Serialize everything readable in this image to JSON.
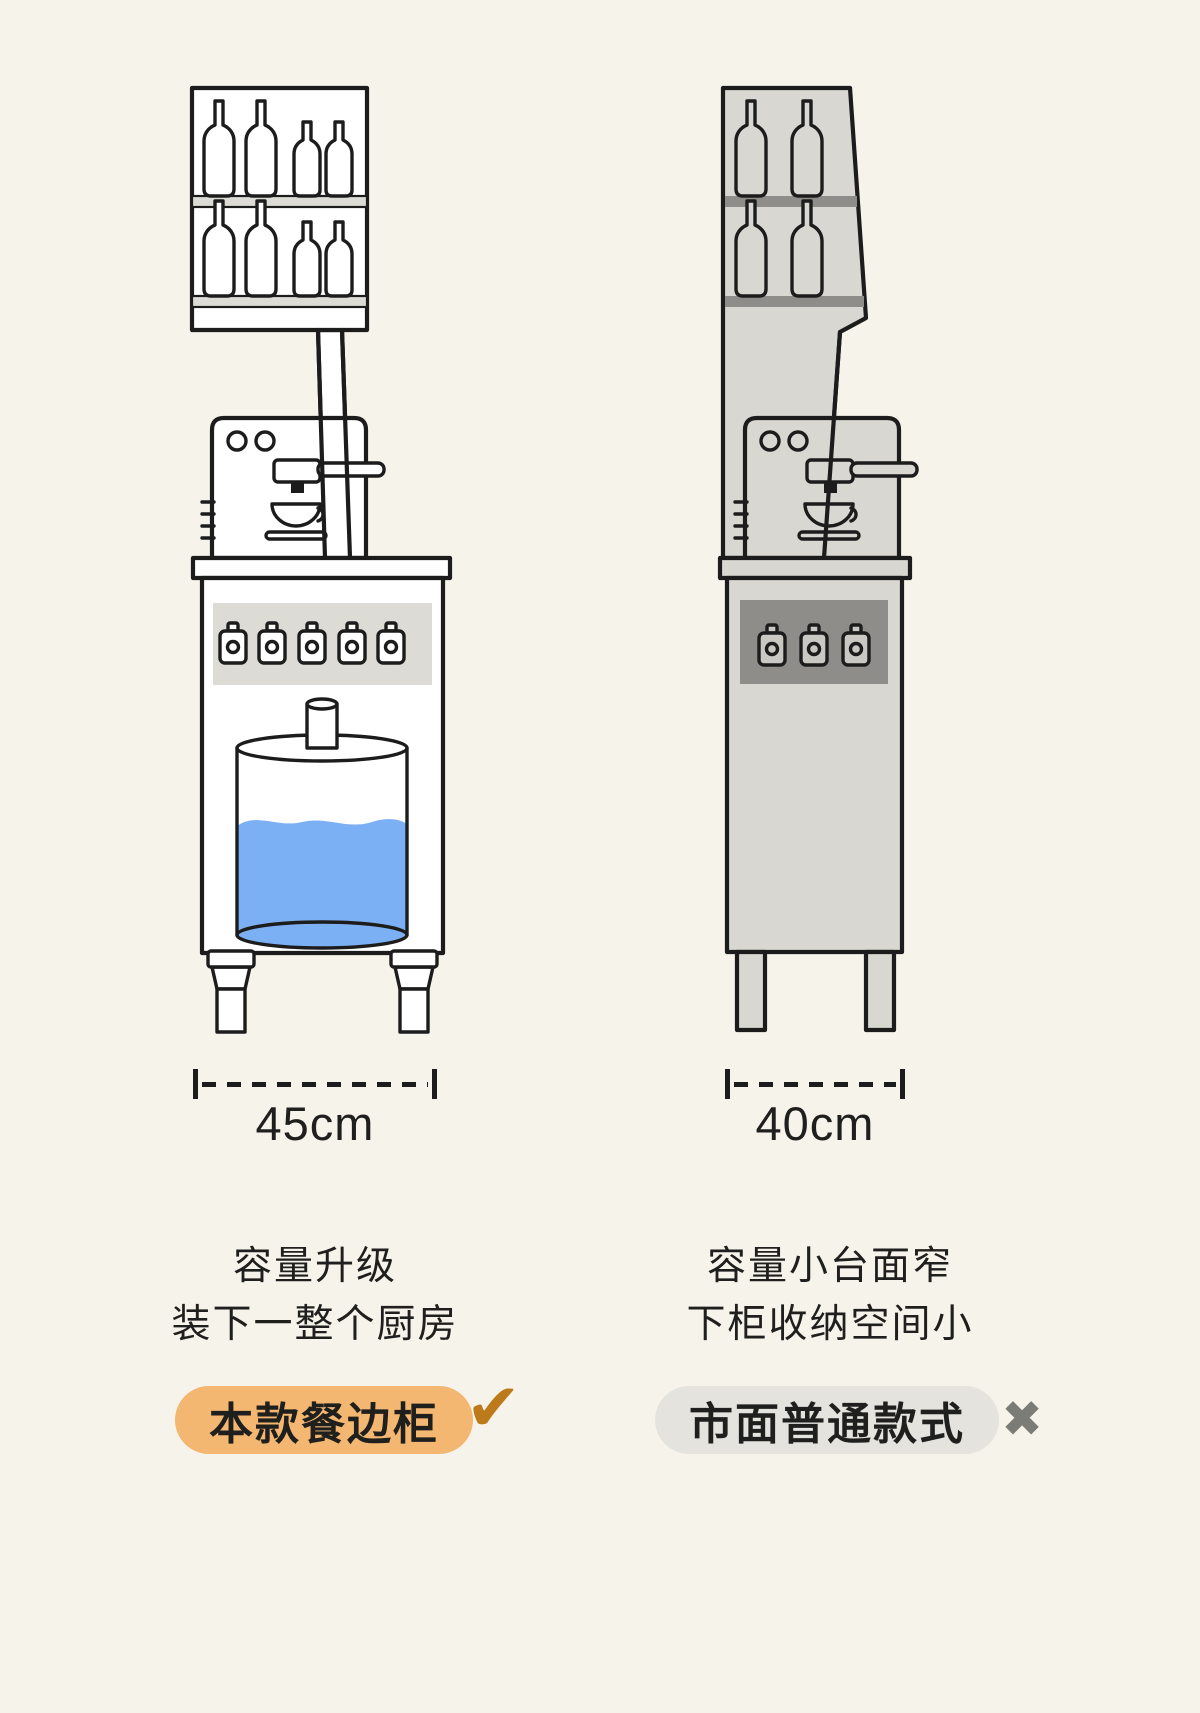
{
  "colors": {
    "background": "#f6f3ea",
    "line": "#1c1c1c",
    "fill_white": "#ffffff",
    "fill_gray": "#d8d7d2",
    "band_light": "#dcdbd6",
    "band_dark": "#8e8d89",
    "jar_gray": "#c9c8c3",
    "water_blue": "#7cb0f5",
    "badge_orange": "#f3b771",
    "badge_gray": "#e4e3de",
    "check_orange": "#bd7a1a",
    "cross_gray": "#7c7c77",
    "text_dark": "#1f1f1d"
  },
  "left_panel": {
    "dimension_label": "45cm",
    "caption_lines": [
      "容量升级",
      "装下一整个厨房"
    ],
    "badge_label": "本款餐边柜",
    "badge_mark": "✔"
  },
  "right_panel": {
    "dimension_label": "40cm",
    "caption_lines": [
      "容量小台面窄",
      "下柜收纳空间小"
    ],
    "badge_label": "市面普通款式",
    "badge_mark": "✖"
  }
}
